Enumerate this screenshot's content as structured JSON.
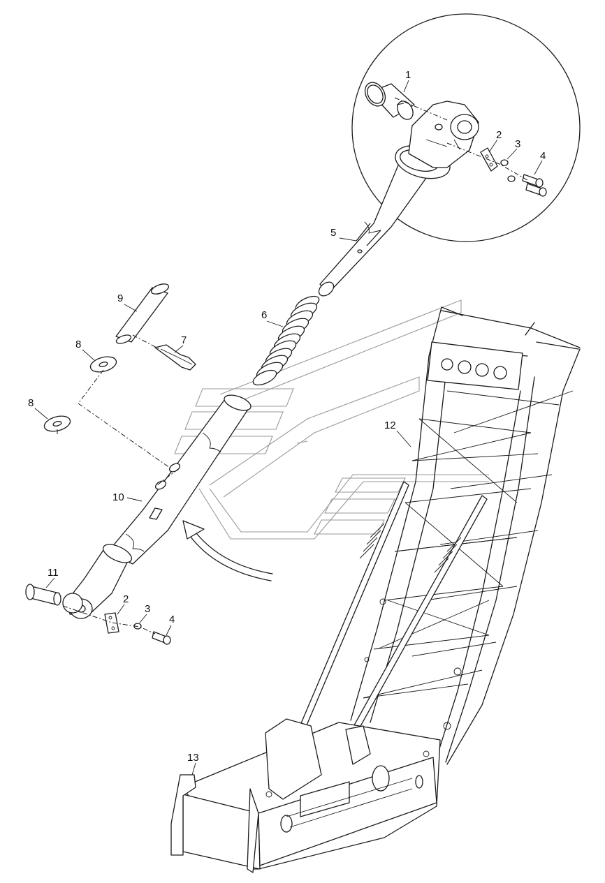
{
  "callouts": {
    "c1": "1",
    "c2a": "2",
    "c3a": "3",
    "c4a": "4",
    "c5": "5",
    "c6": "6",
    "c7": "7",
    "c8a": "8",
    "c8b": "8",
    "c9": "9",
    "c10": "10",
    "c11": "11",
    "c2b": "2",
    "c3b": "3",
    "c4b": "4",
    "c12": "12",
    "c13": "13"
  }
}
